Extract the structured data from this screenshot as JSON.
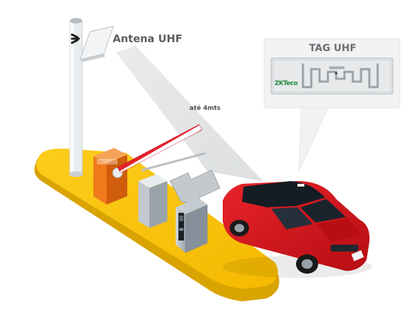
{
  "diagram": {
    "antenna_label": "Antena UHF",
    "range_label": "até 4mts",
    "tag_title": "TAG UHF",
    "tag_logo": "ZKTeco"
  },
  "colors": {
    "platform_yellow": "#f7c300",
    "car_red": "#d7141a",
    "barrier_orange": "#f07a1a",
    "barrier_stripe": "#e2222a",
    "reader_gray": "#b9c1c7"
  },
  "icons": {
    "antenna": "flat-panel-antenna-icon",
    "signal": "rfid-signal-icon",
    "direction": "entry-arrow-icon"
  }
}
